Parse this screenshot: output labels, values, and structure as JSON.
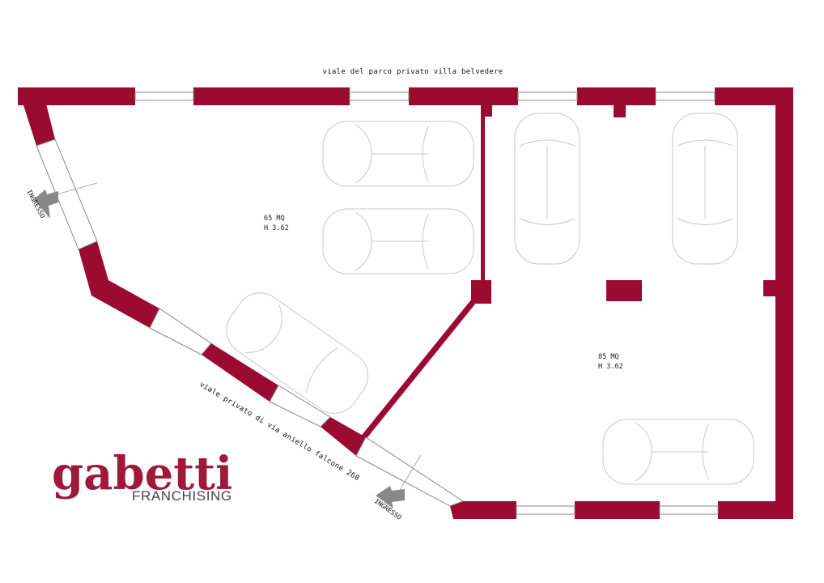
{
  "streets": {
    "top": "viale del parco privato villa belvedere",
    "diagonal": "viale privato di via aniello falcone 260"
  },
  "rooms": [
    {
      "area": "65 MQ",
      "height": "H 3.62"
    },
    {
      "area": "85 MQ",
      "height": "H 3.62"
    }
  ],
  "entrances": [
    "INGRESSO",
    "INGRESSO"
  ],
  "logo": {
    "main": "gabetti",
    "sub": "FRANCHISING"
  },
  "colors": {
    "wall": "#9b0a30",
    "window": "#ffffff",
    "arrow": "#888888",
    "logo": "#a0183a"
  }
}
